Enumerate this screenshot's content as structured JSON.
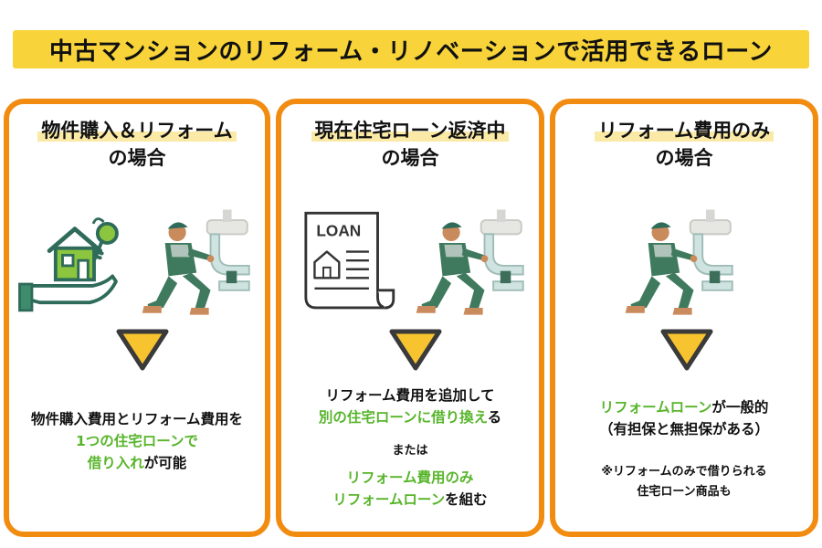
{
  "title": "中古マンションのリフォーム・リノベーションで活用できるローン",
  "colors": {
    "accent_orange": "#f28c11",
    "title_yellow": "#f8d43a",
    "green_text": "#58b52b",
    "arrow_yellow": "#f7c32f"
  },
  "cases": [
    {
      "heading_line1": "物件購入＆リフォーム",
      "heading_line2": "の場合",
      "icons": [
        "house-key-hand-icon",
        "plumber-worker-icon"
      ],
      "desc_line1": "物件購入費用とリフォーム費用を",
      "desc_line2": "1つの住宅ローンで",
      "desc_line3_green": "借り入れ",
      "desc_line3_rest": "が可能"
    },
    {
      "heading_line1": "現在住宅ローン返済中",
      "heading_line2": "の場合",
      "icons": [
        "loan-document-icon",
        "plumber-worker-icon"
      ],
      "loan_label": "LOAN",
      "desc_line1": "リフォーム費用を追加して",
      "desc_line2_green": "別の住宅ローンに借り換え",
      "desc_line2_rest": "る",
      "or_text": "または",
      "desc_line3": "リフォーム費用のみ",
      "desc_line4_green": "リフォームローン",
      "desc_line4_rest": "を組む"
    },
    {
      "heading_line1": "リフォーム費用のみ",
      "heading_line2": "の場合",
      "icons": [
        "plumber-worker-icon"
      ],
      "desc_line1_green": "リフォームローン",
      "desc_line1_rest": "が一般的",
      "desc_line2": "（有担保と無担保がある）",
      "note_line1": "※リフォームのみで借りられる",
      "note_line2": "住宅ローン商品も"
    }
  ]
}
